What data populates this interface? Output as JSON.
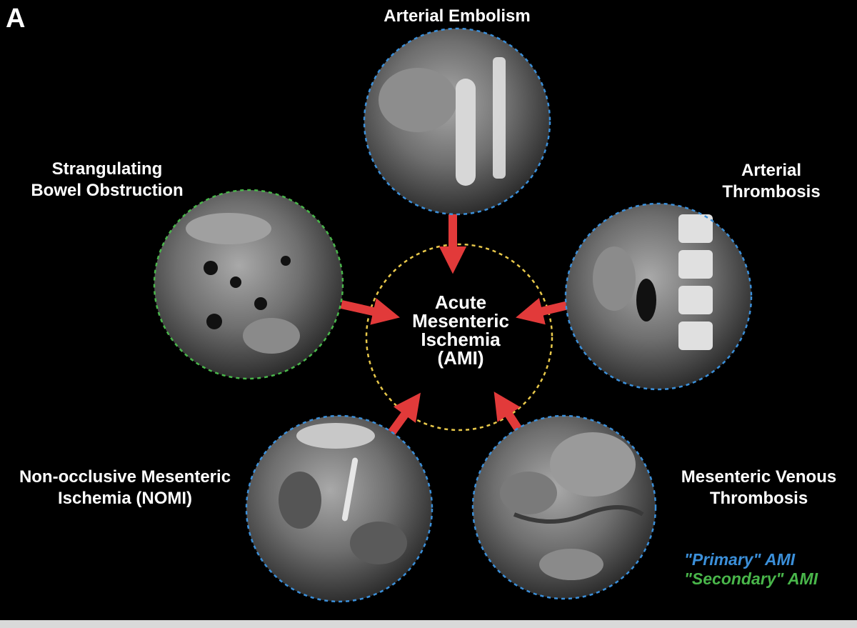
{
  "panel_letter": "A",
  "center": {
    "lines": [
      "Acute",
      "Mesenteric",
      "Ischemia",
      "(AMI)"
    ]
  },
  "causes": {
    "arterial_embolism": {
      "lines": [
        "Arterial Embolism"
      ],
      "category": "primary"
    },
    "arterial_thrombosis": {
      "lines": [
        "Arterial",
        "Thrombosis"
      ],
      "category": "primary"
    },
    "strangulating_bowel_obstruction": {
      "lines": [
        "Strangulating",
        "Bowel Obstruction"
      ],
      "category": "secondary"
    },
    "nomi": {
      "lines": [
        "Non-occlusive Mesenteric",
        "Ischemia (NOMI)"
      ],
      "category": "primary"
    },
    "mesenteric_venous_thrombosis": {
      "lines": [
        "Mesenteric Venous",
        "Thrombosis"
      ],
      "category": "primary"
    }
  },
  "legend": {
    "primary": "\"Primary\" AMI",
    "secondary": "\"Secondary\" AMI"
  },
  "colors": {
    "background": "#000000",
    "primary": "#3b8fd9",
    "secondary": "#49b64a",
    "center_ring": "#e8c84a",
    "arrow": "#e23a3a",
    "text": "#ffffff"
  }
}
